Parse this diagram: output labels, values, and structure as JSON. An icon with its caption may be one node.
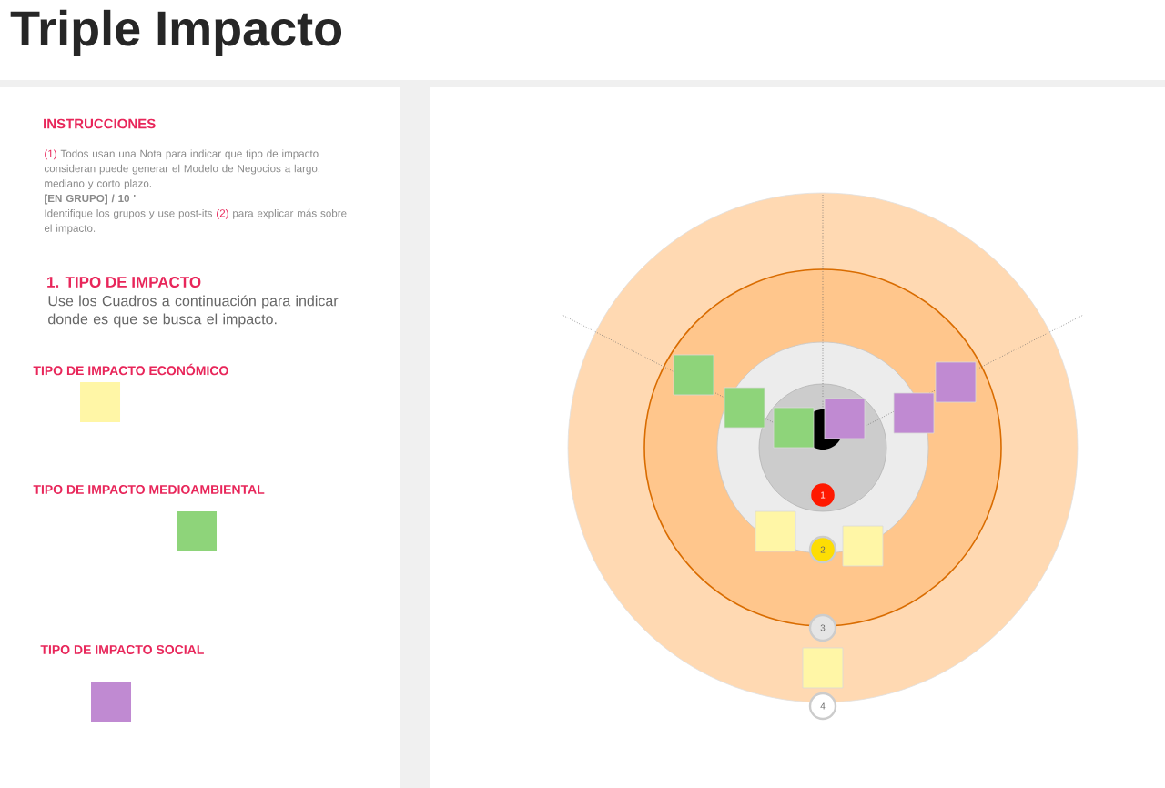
{
  "diagram": {
    "title": "Triple Impacto",
    "labels": [
      "INSTRUCCIONES",
      "(1)",
      "Todos usan una Nota para indicar que tipo de impacto consideran puede generar el Modelo de Negocios a largo, mediano y corto plazo.",
      "[EN GRUPO] / 10 '",
      "Identifique los grupos y use post-its",
      "(2)",
      "para explicar más sobre el impacto.",
      "1. TIPO DE IMPACTO",
      "Use los Cuadros a continuación para indicar donde es que se busca el impacto.",
      "TIPO DE IMPACTO ECONÓMICO",
      "TIPO DE IMPACTO MEDIOAMBIENTAL",
      "TIPO DE IMPACTO SOCIAL",
      "1",
      "2",
      "3",
      "4"
    ]
  }
}
